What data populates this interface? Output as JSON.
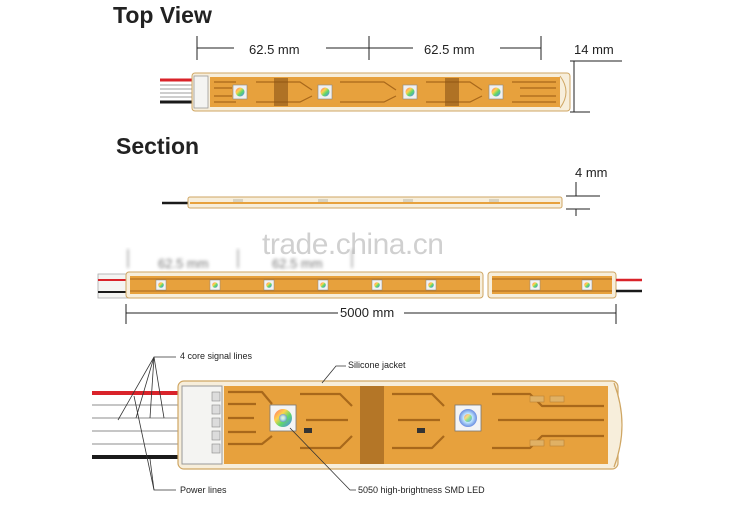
{
  "titles": {
    "top_view": "Top View",
    "section": "Section"
  },
  "dimensions": {
    "segment_left": "62.5 mm",
    "segment_right": "62.5 mm",
    "width": "14 mm",
    "thickness": "4 mm",
    "total_length": "5000 mm",
    "blurred_left": "62.5 mm",
    "blurred_right": "62.5 mm"
  },
  "callouts": {
    "signal_lines": "4 core signal lines",
    "silicone_jacket": "Silicone jacket",
    "power_lines": "Power lines",
    "led": "5050 high-brightness SMD LED"
  },
  "watermark": "trade.china.cn",
  "colors": {
    "pcb": "#e7a13d",
    "pcb_dark": "#c77f22",
    "trace": "#a8681b",
    "jacket": "#f7eedb",
    "jacket_edge": "#cfa663",
    "wire_red": "#d9232a",
    "wire_black": "#1a1a1a",
    "connector": "#f4f4f2"
  }
}
